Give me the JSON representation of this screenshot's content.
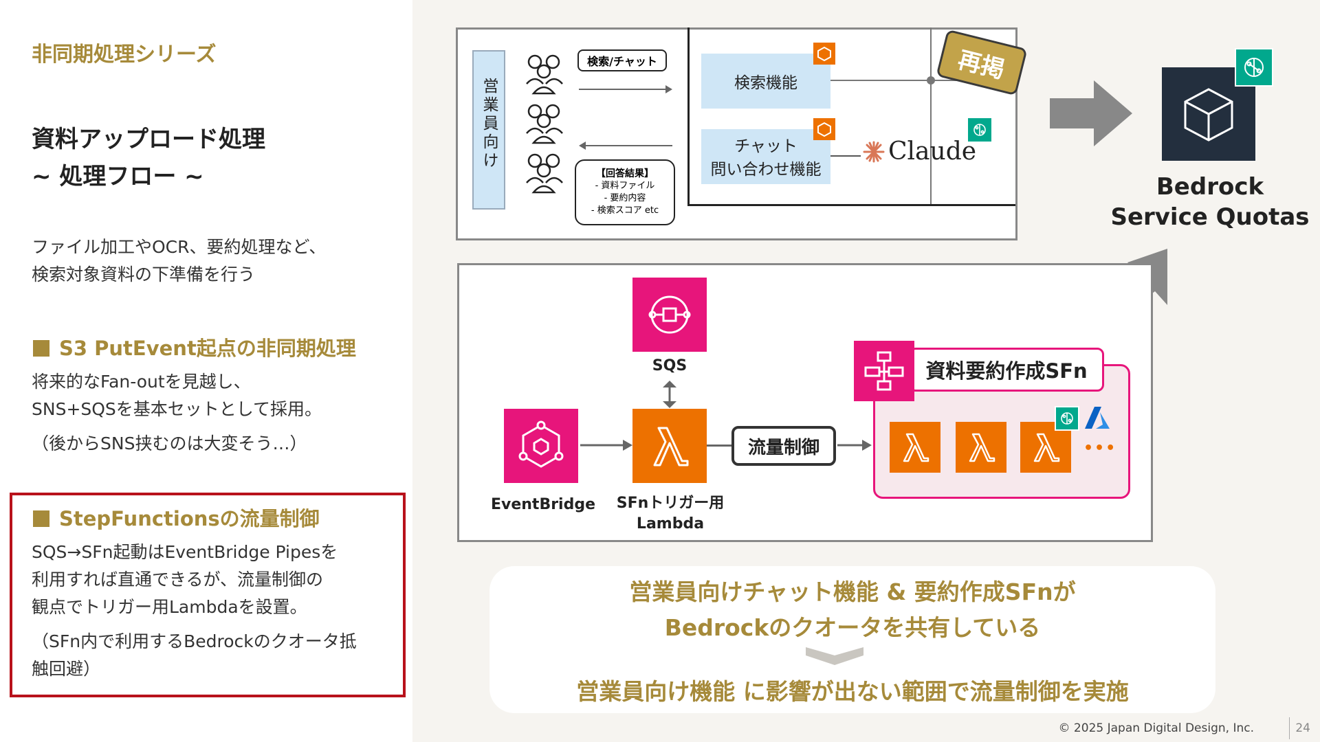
{
  "left": {
    "series": "非同期処理シリーズ",
    "title_line1": "資料アップロード処理",
    "title_line2": "~ 処理フロー ~",
    "intro_line1": "ファイル加工やOCR、要約処理など、",
    "intro_line2": "検索対象資料の下準備を行う",
    "sec1_head": "S3 PutEvent起点の非同期処理",
    "sec1_line1": "将来的なFan-outを見越し、",
    "sec1_line2": "SNS+SQSを基本セットとして採用。",
    "sec1_line3": "（後からSNS挟むのは大変そう…）",
    "sec2_head": "StepFunctionsの流量制御",
    "sec2_line1": "SQS→SFn起動はEventBridge Pipesを",
    "sec2_line2": "利用すれば直通できるが、流量制御の",
    "sec2_line3": "観点でトリガー用Lambdaを設置。",
    "sec2_line4": "（SFn内で利用するBedrockのクオータ抵",
    "sec2_line5": "触回避）"
  },
  "top_diagram": {
    "sales_label": "営業員向け",
    "search_chat_bubble": "検索/チャット",
    "answer_title": "【回答結果】",
    "answer_items": [
      "- 資料ファイル",
      "- 要約内容",
      "- 検索スコア etc"
    ],
    "search_function": "検索機能",
    "chat_line1": "チャット",
    "chat_line2": "問い合わせ機能",
    "claude": "Claude",
    "republished": "再掲"
  },
  "bedrock": {
    "line1": "Bedrock",
    "line2": "Service Quotas"
  },
  "bottom_diagram": {
    "sqs": "SQS",
    "eventbridge": "EventBridge",
    "trigger_line1": "SFnトリガー用",
    "trigger_line2": "Lambda",
    "flow_control": "流量制御",
    "sfn_title": "資料要約作成SFn",
    "ellipsis": "•••"
  },
  "summary": {
    "line1": "営業員向けチャット機能 & 要約作成SFnが",
    "line2": "Bedrockのクオータを共有している",
    "line3": "営業員向け機能 に影響が出ない範囲で流量制御を実施"
  },
  "footer": {
    "copyright": "© 2025 Japan Digital Design, Inc.",
    "page": "24"
  },
  "colors": {
    "gold": "#a68a3a",
    "red": "#b8121b",
    "pink": "#e7157b",
    "orange": "#ed7100",
    "teal": "#01a88d",
    "lightblue": "#cfe6f6"
  }
}
